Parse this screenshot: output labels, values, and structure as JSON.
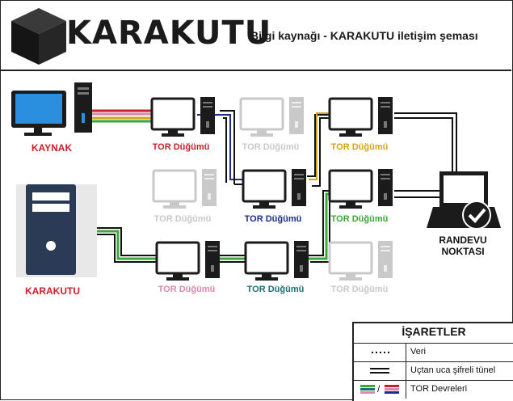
{
  "header": {
    "brand": "KARAKUTU",
    "title": "Bilgi kaynağı - KARAKUTU iletişim şeması"
  },
  "nodes": {
    "source": "KAYNAK",
    "blackbox": "KARAKUTU",
    "tor_node": "TOR Düğümü",
    "rendezvous_line1": "RANDEVU",
    "rendezvous_line2": "NOKTASI"
  },
  "legend": {
    "title": "İŞARETLER",
    "data": "Veri",
    "tunnel": "Uçtan uca şifreli tünel",
    "circuits": "TOR Devreleri",
    "circuit_separator": "/"
  },
  "colors": {
    "inactive": "#c9c9c9",
    "red": "#c81f2a",
    "pink": "#d68ab0",
    "gray": "#b5b5b5",
    "gold": "#d3a51c",
    "navy": "#1d2c8c",
    "green": "#3aa83a",
    "teal": "#1e6f6f",
    "monitor_blue": "#2b8fe0"
  }
}
